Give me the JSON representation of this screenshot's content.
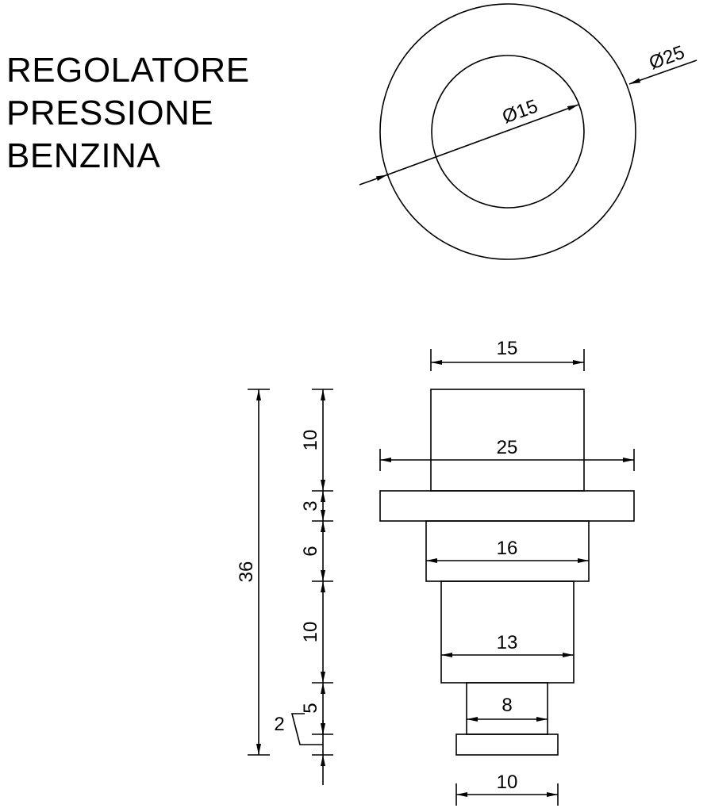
{
  "title": {
    "line1": "REGOLATORE",
    "line2": "PRESSIONE",
    "line3": "BENZINA"
  },
  "top_view": {
    "outer_diameter": "Ø25",
    "inner_diameter": "Ø15"
  },
  "side_view": {
    "widths": {
      "top_body": "15",
      "flange": "25",
      "section_16": "16",
      "section_13": "13",
      "section_8": "8",
      "base": "10"
    },
    "heights": {
      "total": "36",
      "top_body": "10",
      "flange": "3",
      "section_16": "6",
      "section_13": "10",
      "section_8": "5",
      "base": "2"
    }
  },
  "colors": {
    "line": "#000000",
    "background": "#ffffff"
  }
}
